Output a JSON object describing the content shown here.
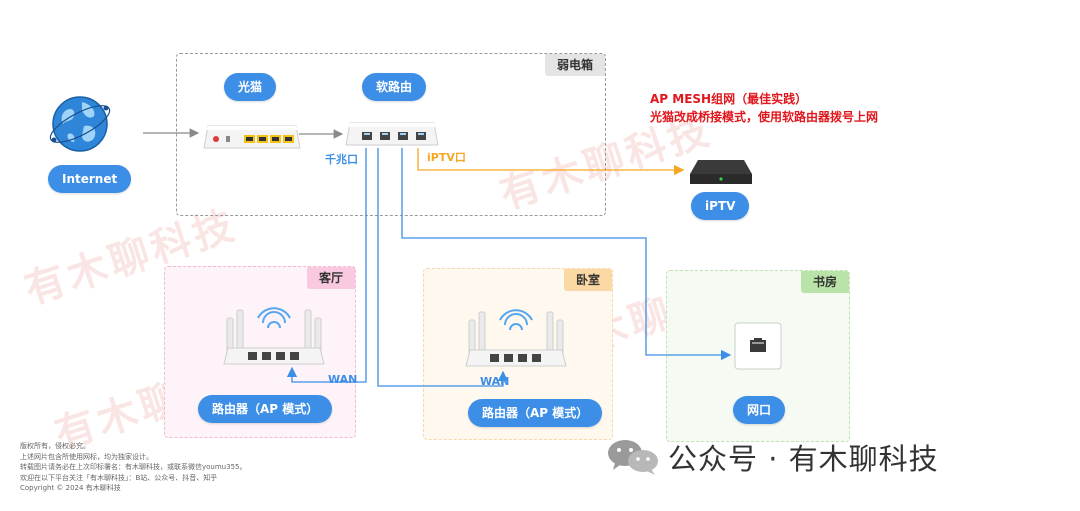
{
  "zones": {
    "box": {
      "tag": "弱电箱"
    },
    "living": {
      "tag": "客厅"
    },
    "bedroom": {
      "tag": "卧室"
    },
    "study": {
      "tag": "书房"
    }
  },
  "nodes": {
    "internet": "Internet",
    "modem": "光猫",
    "soft_router": "软路由",
    "iptv": "iPTV",
    "router_living": "路由器（AP 模式）",
    "router_bedroom": "路由器（AP 模式）",
    "wall_port": "网口"
  },
  "port_labels": {
    "gigabit": "千兆口",
    "iptv_port": "iPTV口",
    "wan_living": "WAN",
    "wan_bedroom": "WAN"
  },
  "notes": {
    "line1": "AP MESH组网（最佳实践）",
    "line2": "光猫改成桥接模式，使用软路由器拨号上网"
  },
  "watermark": "有木聊科技",
  "footer": {
    "line1": "版权所有，侵权必究。",
    "line2": "上述网片包含所使用网标，均为独家设计。",
    "line3": "转载图片请务必在上次印标署名：有木聊科技，或联系微信youmu355。",
    "line4": "欢迎在以下平台关注「有木聊科技」：B站、公众号、抖音、知乎",
    "line5": "Copyright © 2024 有木聊科技"
  },
  "brand": {
    "text": "公众号 · 有木聊科技"
  },
  "colors": {
    "accent_blue": "#3d8ee6",
    "iptv_orange": "#f5a623",
    "note_red": "#e0171d",
    "living_tag": "#f9c9df",
    "bedroom_tag": "#fbd9a5",
    "study_tag": "#b9e3a9",
    "box_tag": "#e4e4e4"
  },
  "icons": [
    "globe-icon",
    "modem-icon",
    "soft-router-icon",
    "iptv-box-icon",
    "wifi-router-icon",
    "wall-port-icon",
    "wechat-icon"
  ]
}
